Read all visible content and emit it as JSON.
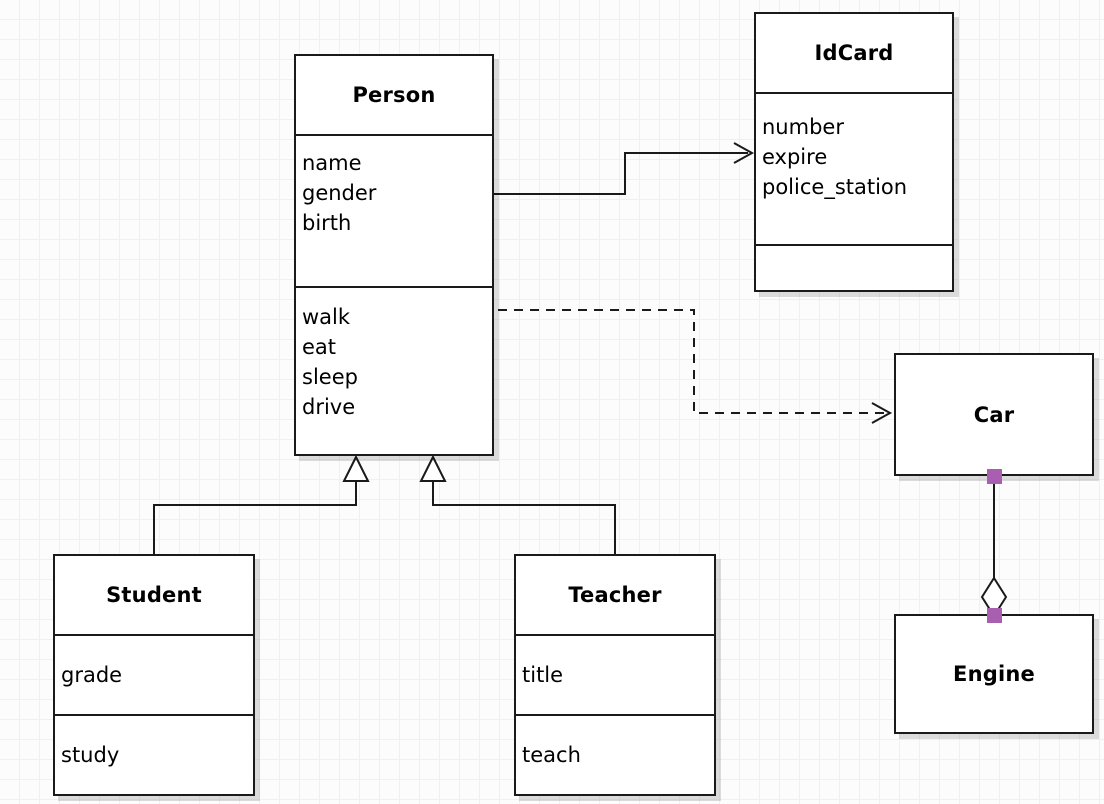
{
  "diagram": {
    "type": "uml-class-diagram",
    "background": "#fcfcfc",
    "grid_color": "#f0f0f0",
    "line_color": "#1a1a1a",
    "handle_color": "#a95fb0",
    "classes": [
      {
        "id": "person",
        "name": "Person",
        "attributes": [
          "name",
          "gender",
          "birth"
        ],
        "methods": [
          "walk",
          "eat",
          "sleep",
          "drive"
        ]
      },
      {
        "id": "idcard",
        "name": "IdCard",
        "attributes": [
          "number",
          "expire",
          "police_station"
        ],
        "methods": []
      },
      {
        "id": "student",
        "name": "Student",
        "attributes": [
          "grade"
        ],
        "methods": [
          "study"
        ]
      },
      {
        "id": "teacher",
        "name": "Teacher",
        "attributes": [
          "title"
        ],
        "methods": [
          "teach"
        ]
      },
      {
        "id": "car",
        "name": "Car",
        "attributes": [],
        "methods": []
      },
      {
        "id": "engine",
        "name": "Engine",
        "attributes": [],
        "methods": []
      }
    ],
    "relationships": [
      {
        "id": "person-idcard",
        "kind": "association",
        "style": "solid",
        "arrowhead": "open",
        "from": "person",
        "to": "idcard"
      },
      {
        "id": "person-car",
        "kind": "dependency",
        "style": "dashed",
        "arrowhead": "open",
        "from": "person",
        "to": "car"
      },
      {
        "id": "student-person",
        "kind": "generalization",
        "style": "solid",
        "arrowhead": "hollow-triangle",
        "from": "student",
        "to": "person"
      },
      {
        "id": "teacher-person",
        "kind": "generalization",
        "style": "solid",
        "arrowhead": "hollow-triangle",
        "from": "teacher",
        "to": "person"
      },
      {
        "id": "car-engine",
        "kind": "aggregation",
        "style": "solid",
        "arrowhead": "hollow-diamond",
        "from": "car",
        "to": "engine",
        "selected": true
      }
    ]
  }
}
